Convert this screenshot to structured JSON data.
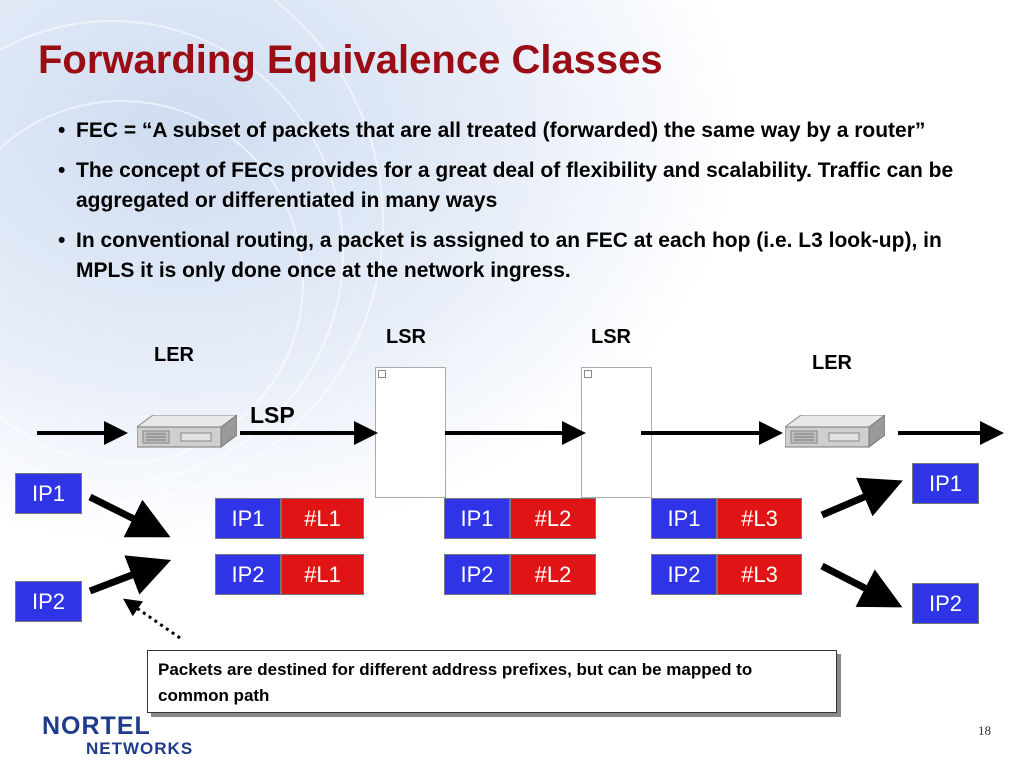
{
  "slide": {
    "title": "Forwarding Equivalence Classes",
    "bullets": [
      "FEC = “A subset of packets that are all treated (forwarded) the same way by a router”",
      "The concept of FECs provides for a great deal of flexibility and scalability.  Traffic can be aggregated or differentiated in many ways",
      "In conventional routing, a packet is assigned to an FEC at each hop (i.e. L3 look-up), in MPLS it is only done once at the network ingress."
    ],
    "bullet_glyph": "•",
    "page_number": "18"
  },
  "diagram": {
    "ler_left": "LER",
    "ler_right": "LER",
    "lsr_1": "LSR",
    "lsr_2": "LSR",
    "lsp": "LSP",
    "left_ip1": "IP1",
    "left_ip2": "IP2",
    "right_ip1": "IP1",
    "right_ip2": "IP2",
    "hops": [
      {
        "row1": [
          "IP1",
          "#L1"
        ],
        "row2": [
          "IP2",
          "#L1"
        ]
      },
      {
        "row1": [
          "IP1",
          "#L2"
        ],
        "row2": [
          "IP2",
          "#L2"
        ]
      },
      {
        "row1": [
          "IP1",
          "#L3"
        ],
        "row2": [
          "IP2",
          "#L3"
        ]
      }
    ],
    "note": "Packets are destined for different address prefixes, but can be mapped to common path"
  },
  "logo": {
    "line1": "NORTEL",
    "line2": "NETWORKS"
  },
  "colors": {
    "title": "#9b0d14",
    "ip_box": "#2f35e6",
    "label_box": "#e01414",
    "logo": "#1f3c8c"
  }
}
